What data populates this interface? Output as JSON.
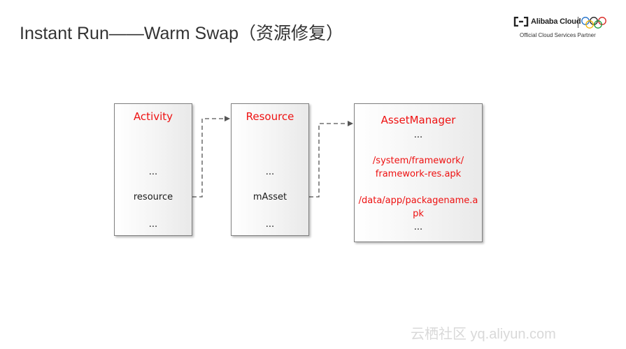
{
  "title": "Instant Run——Warm Swap（资源修复）",
  "logo": {
    "wordmark": "Alibaba Cloud",
    "tagline": "Official Cloud Services Partner",
    "icons": [
      "alibaba-cloud-bracket-icon",
      "olympic-rings-icon"
    ]
  },
  "diagram": {
    "activity": {
      "header": "Activity",
      "lines": [
        "...",
        "resource",
        "..."
      ]
    },
    "resource": {
      "header": "Resource",
      "lines": [
        "...",
        "mAsset",
        "..."
      ]
    },
    "asset_manager": {
      "header": "AssetManager",
      "lines": [
        "...",
        "/system/framework/",
        "framework-res.apk",
        "/data/app/packagename.a",
        "pk",
        "..."
      ]
    }
  },
  "watermark": "云栖社区 yq.aliyun.com",
  "colors": {
    "header_text": "#ee1111",
    "path_text": "#ee1111",
    "body_text": "#1a1a1a",
    "box_border": "#7f7f7f",
    "connector": "#555555",
    "watermark": "#d9d9d9"
  }
}
